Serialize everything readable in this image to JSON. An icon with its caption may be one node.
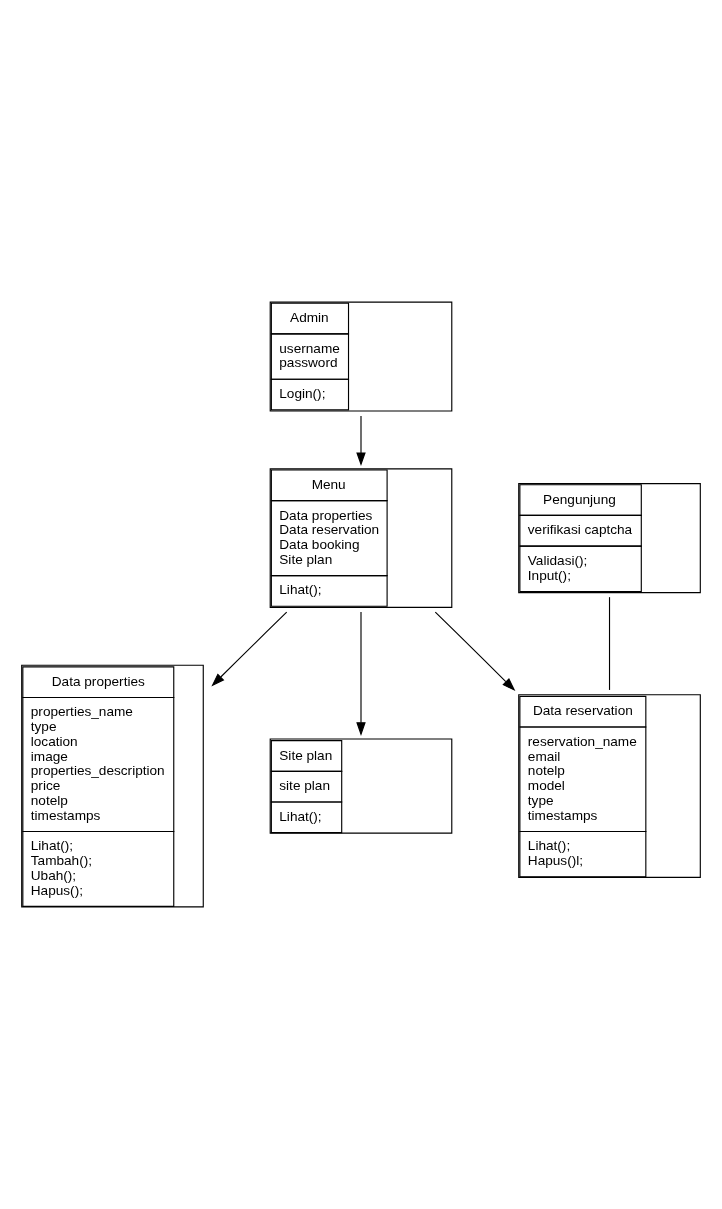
{
  "diagram": {
    "nodes": [
      {
        "text": [
          "Admin",
          "username",
          "password",
          "Login();"
        ]
      },
      {
        "text": [
          "Data properties",
          "properties_name",
          "type",
          "location",
          "image",
          "properties_description",
          "price",
          "notelp",
          "timestamps",
          "Lihat();",
          "Tambah();",
          "Ubah();",
          "Hapus();"
        ]
      },
      {
        "text": [
          "Menu",
          "Data properties",
          "Data reservation",
          "Data booking",
          "Site plan",
          "Lihat();"
        ]
      },
      {
        "text": [
          "Site plan",
          "site plan",
          "Lihat();"
        ]
      },
      {
        "text": [
          "Data reservation",
          "reservation_name",
          "email",
          "notelp",
          "model",
          "type",
          "timestamps",
          "Lihat();",
          "Hapus()l;"
        ]
      },
      {
        "text": [
          "Pengunjung",
          "verifikasi captcha",
          "Validasi();",
          "Input();"
        ]
      }
    ],
    "edges": [
      {
        "from": 0,
        "to": 2,
        "arrow": "to"
      },
      {
        "from": 2,
        "to": 1,
        "arrow": "to"
      },
      {
        "from": 2,
        "to": 3,
        "arrow": "to"
      },
      {
        "from": 2,
        "to": 4,
        "arrow": "to"
      },
      {
        "from": 5,
        "to": 4,
        "arrow": "none"
      }
    ]
  }
}
